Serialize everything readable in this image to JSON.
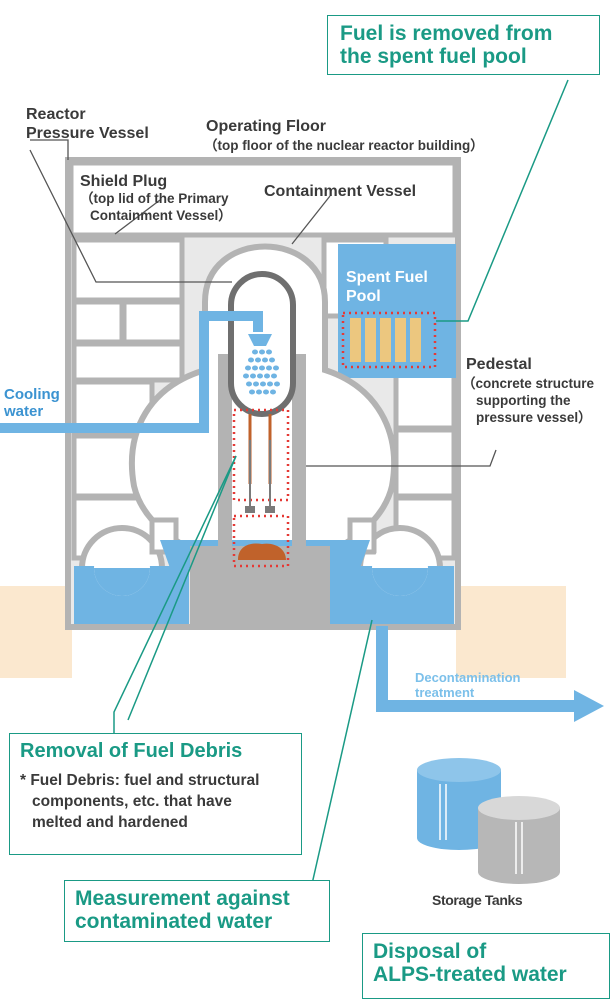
{
  "labels": {
    "rpv": [
      "Reactor",
      "Pressure Vessel"
    ],
    "operating_floor": "Operating Floor",
    "operating_floor_note": "（top floor of the nuclear reactor building）",
    "shield_plug": "Shield Plug",
    "shield_plug_note": [
      "（top lid of the Primary",
      "Containment Vessel）"
    ],
    "containment_vessel": "Containment Vessel",
    "spent_fuel_pool": [
      "Spent Fuel",
      "Pool"
    ],
    "pedestal": "Pedestal",
    "pedestal_note": [
      "（concrete structure",
      "supporting the",
      "pressure vessel）"
    ],
    "cooling_water": [
      "Cooling",
      "water"
    ],
    "decontamination": [
      "Decontamination",
      "treatment"
    ],
    "storage_tanks": "Storage Tanks"
  },
  "boxes": {
    "fuel_removed": [
      "Fuel is removed from",
      "the spent fuel pool"
    ],
    "fuel_debris_title": "Removal of Fuel Debris",
    "fuel_debris_note": [
      "* Fuel Debris: fuel and structural",
      "components, etc. that have",
      "melted and hardened"
    ],
    "contaminated_water": [
      "Measurement against",
      "contaminated water"
    ],
    "alps": [
      "Disposal of",
      "ALPS-treated water"
    ]
  },
  "colors": {
    "accent_green": "#1a9a85",
    "water_blue": "#6fb4e3",
    "light_blue_text": "#7cc0ea",
    "structure_gray": "#b3b3b3",
    "ground": "#fbe8cf",
    "debris": "#c0622b",
    "fuel_rods": "#ecc77f"
  }
}
